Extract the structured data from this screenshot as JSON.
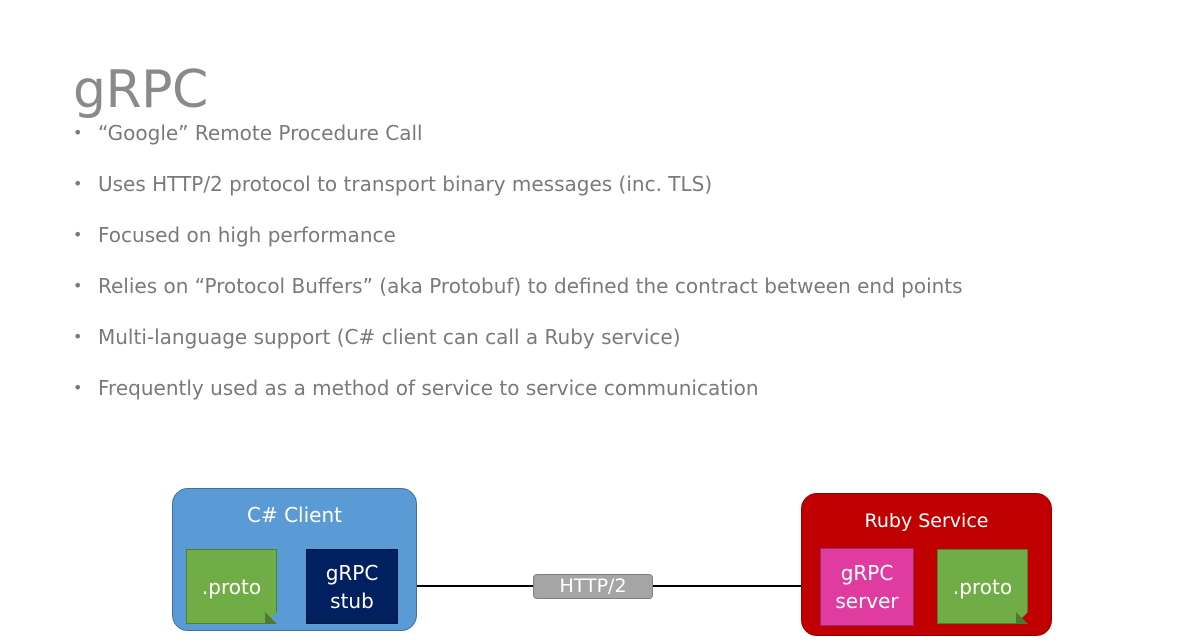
{
  "slide": {
    "title": "gRPC",
    "bullets": [
      "“Google” Remote Procedure Call",
      "Uses HTTP/2 protocol to transport binary messages (inc. TLS)",
      "Focused on high performance",
      "Relies on “Protocol Buffers” (aka Protobuf) to defined the contract between end points",
      "Multi-language support (C# client can call a Ruby service)",
      "Frequently used as a method of service to service communication"
    ]
  },
  "diagram": {
    "client": {
      "title": "C# Client",
      "proto_label": ".proto",
      "stub_label_line1": "gRPC",
      "stub_label_line2": "stub"
    },
    "connection": {
      "label": "HTTP/2"
    },
    "service": {
      "title": "Ruby Service",
      "server_label_line1": "gRPC",
      "server_label_line2": "server",
      "proto_label": ".proto"
    },
    "colors": {
      "client_box": "#5b9bd5",
      "service_box": "#c00000",
      "proto_note": "#70ad47",
      "stub": "#002060",
      "server": "#e03ca0",
      "http_label": "#a5a5a5"
    }
  }
}
